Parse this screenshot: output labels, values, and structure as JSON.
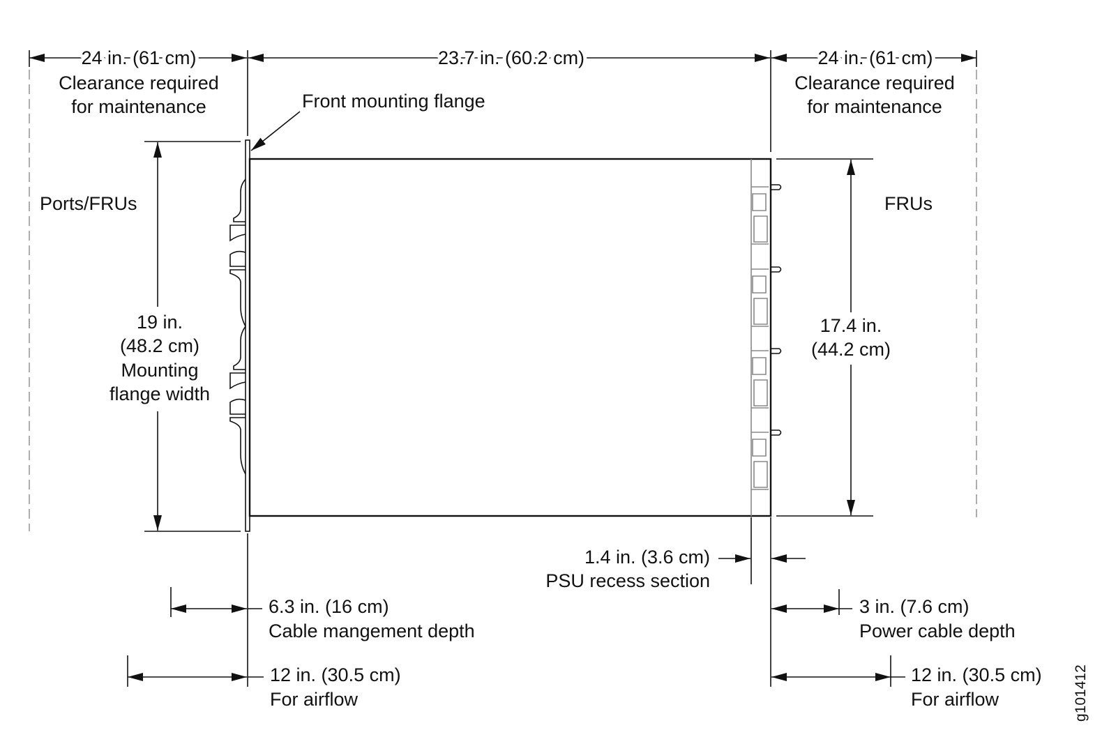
{
  "dimensions": {
    "left_clearance": {
      "value": "24 in. (61 cm)",
      "line1": "Clearance required",
      "line2": "for maintenance"
    },
    "depth": {
      "value": "23.7 in. (60.2 cm)"
    },
    "right_clearance": {
      "value": "24 in. (61 cm)",
      "line1": "Clearance required",
      "line2": "for maintenance"
    },
    "flange_label": "Front mounting flange",
    "ports_frus": "Ports/FRUs",
    "frus": "FRUs",
    "flange_width": {
      "line1": "19 in.",
      "line2": "(48.2 cm)",
      "line3": "Mounting",
      "line4": "flange width"
    },
    "chassis_width": {
      "line1": "17.4 in.",
      "line2": "(44.2 cm)"
    },
    "psu_recess": {
      "value": "1.4 in. (3.6 cm)",
      "label": "PSU recess section"
    },
    "cable_mgmt": {
      "value": "6.3 in. (16 cm)",
      "label": "Cable mangement depth"
    },
    "front_airflow": {
      "value": "12 in. (30.5 cm)",
      "label": "For airflow"
    },
    "power_cable": {
      "value": "3 in. (7.6 cm)",
      "label": "Power cable depth"
    },
    "rear_airflow": {
      "value": "12 in. (30.5 cm)",
      "label": "For airflow"
    }
  },
  "figure_id": "g101412"
}
